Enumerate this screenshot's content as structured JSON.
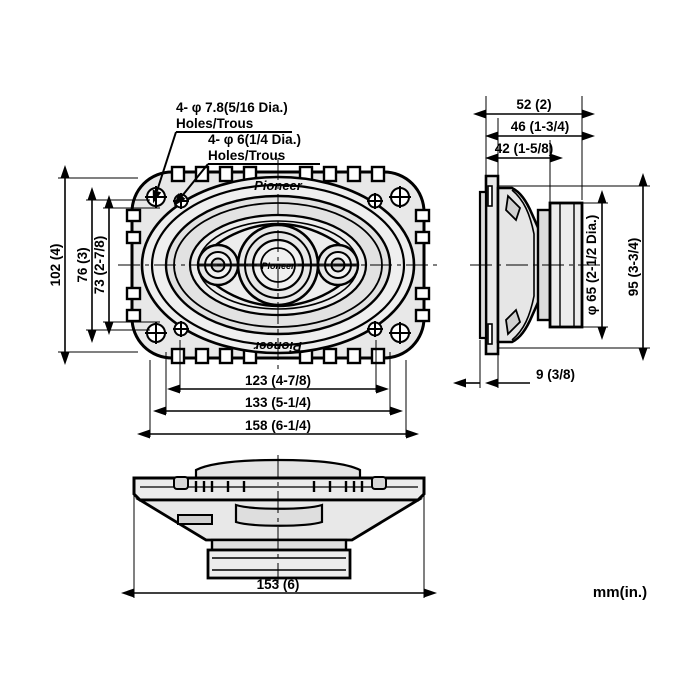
{
  "drawing": {
    "title": "Pioneer oval car speaker dimension drawing",
    "unit_note": "mm(in.)",
    "brand_text": "Pioneer",
    "line_color": "#000000",
    "fill_color": "#e8e8e8",
    "background": "#ffffff"
  },
  "notes": {
    "hole_note_1_line1": "4- φ 7.8(5/16 Dia.)",
    "hole_note_1_line2": "Holes/Trous",
    "hole_note_2_line1": "4- φ 6(1/4 Dia.)",
    "hole_note_2_line2": "Holes/Trous"
  },
  "dimensions": {
    "front_vertical": [
      {
        "name": "overall-height",
        "label": "102 (4)",
        "mm": 102,
        "inch": "4"
      },
      {
        "name": "cutout-height",
        "label": "76 (3)",
        "mm": 76,
        "inch": "3"
      },
      {
        "name": "hole-span-height",
        "label": "73 (2-7/8)",
        "mm": 73,
        "inch": "2-7/8"
      }
    ],
    "front_horizontal": [
      {
        "name": "cutout-width",
        "label": "123 (4-7/8)",
        "mm": 123,
        "inch": "4-7/8"
      },
      {
        "name": "hole-span-width",
        "label": "133 (5-1/4)",
        "mm": 133,
        "inch": "5-1/4"
      },
      {
        "name": "overall-width",
        "label": "158 (6-1/4)",
        "mm": 158,
        "inch": "6-1/4"
      }
    ],
    "side_horizontal": [
      {
        "name": "overall-depth",
        "label": "52 (2)",
        "mm": 52,
        "inch": "2"
      },
      {
        "name": "depth-to-magnet",
        "label": "46 (1-3/4)",
        "mm": 46,
        "inch": "1-3/4"
      },
      {
        "name": "mounting-depth",
        "label": "42 (1-5/8)",
        "mm": 42,
        "inch": "1-5/8"
      },
      {
        "name": "flange-thickness",
        "label": "9 (3/8)",
        "mm": 9,
        "inch": "3/8"
      }
    ],
    "side_vertical": [
      {
        "name": "magnet-diameter",
        "label": "φ 65 (2-1/2 Dia.)",
        "mm": 65,
        "inch": "2-1/2"
      },
      {
        "name": "side-overall-height",
        "label": "95 (3-3/4)",
        "mm": 95,
        "inch": "3-3/4"
      }
    ],
    "bottom_horizontal": [
      {
        "name": "bottom-overall-width",
        "label": "153 (6)",
        "mm": 153,
        "inch": "6"
      }
    ]
  },
  "views": {
    "front": "front-view",
    "side": "side-view",
    "bottom": "bottom-view"
  }
}
